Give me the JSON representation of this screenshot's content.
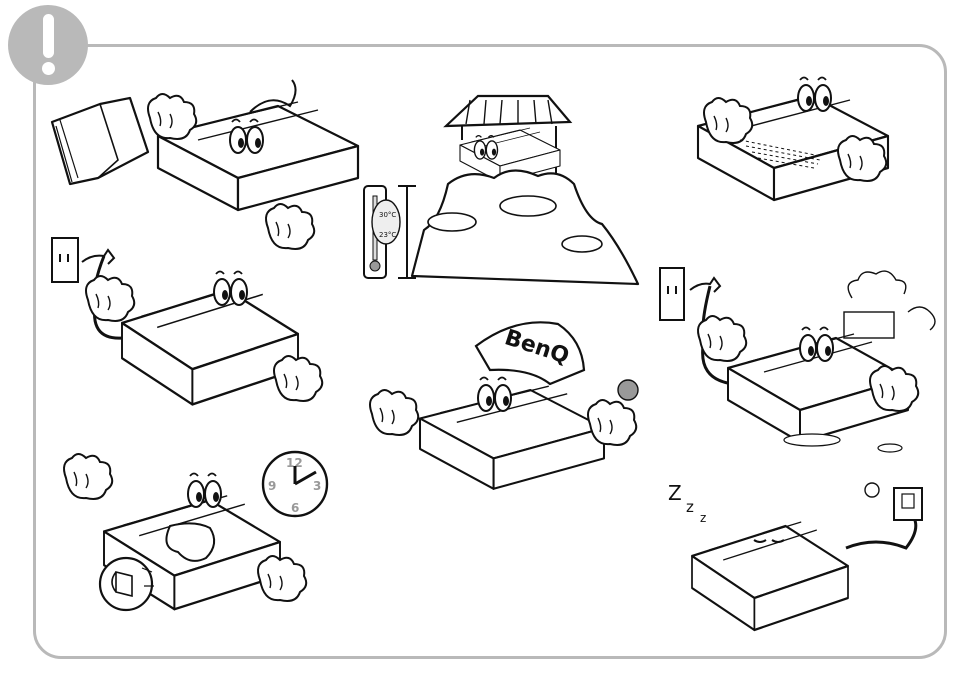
{
  "page": {
    "background": "#ffffff",
    "frame_color": "#b9b9b9",
    "line_color": "#111111"
  },
  "warning_badge": {
    "icon": "exclamation-icon",
    "color": "#b9b9b9"
  },
  "thermometer": {
    "label_high": "30°C",
    "label_low": "23°C"
  },
  "brand_cap": {
    "logo_text": "BenQ"
  },
  "clock": {
    "numeral_12": "12",
    "numeral_3": "3",
    "numeral_6": "6",
    "numeral_9": "9"
  },
  "sleep": {
    "letters": [
      "Z",
      "z",
      "z"
    ]
  }
}
